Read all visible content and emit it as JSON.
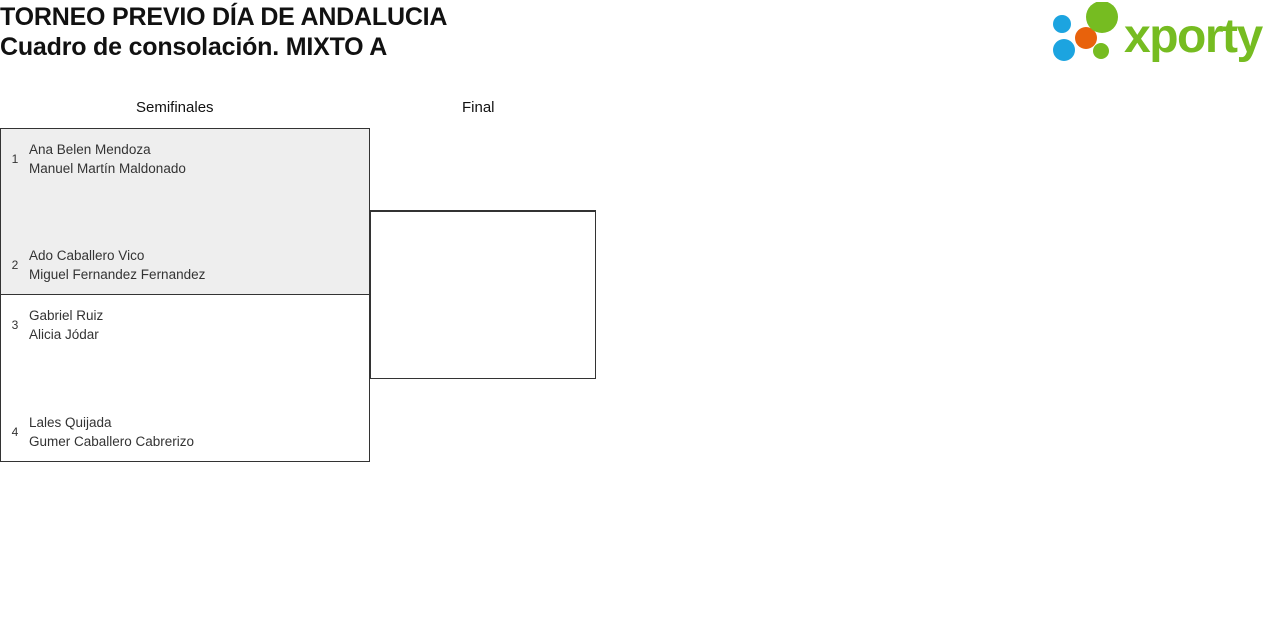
{
  "header": {
    "title_line_1": "TORNEO PREVIO DÍA DE ANDALUCIA",
    "title_line_2": "Cuadro de consolación. MIXTO A",
    "logo": {
      "name": "xporty-logo",
      "wordmark": "xporty",
      "colors": {
        "green": "#76bc21",
        "blue": "#1ca4e0",
        "orange": "#e8620c"
      }
    }
  },
  "bracket": {
    "colors": {
      "border": "#333333",
      "highlight_fill": "#eeeeee",
      "plain_fill": "#ffffff",
      "text": "#333333"
    },
    "rounds": [
      {
        "label": "Semifinales"
      },
      {
        "label": "Final"
      }
    ],
    "matches": [
      {
        "round": 0,
        "highlighted": true,
        "competitors": [
          {
            "seed": "1",
            "player_1": "Ana Belen Mendoza",
            "player_2": "Manuel Martín Maldonado"
          },
          {
            "seed": "2",
            "player_1": "Ado Caballero Vico",
            "player_2": "Miguel Fernandez Fernandez"
          }
        ]
      },
      {
        "round": 0,
        "highlighted": false,
        "competitors": [
          {
            "seed": "3",
            "player_1": "Gabriel Ruiz",
            "player_2": "Alicia Jódar"
          },
          {
            "seed": "4",
            "player_1": "Lales Quijada",
            "player_2": "Gumer Caballero Cabrerizo"
          }
        ]
      },
      {
        "round": 1,
        "highlighted": false,
        "competitors": [
          {
            "seed": "",
            "player_1": "",
            "player_2": ""
          },
          {
            "seed": "",
            "player_1": "",
            "player_2": ""
          }
        ]
      }
    ]
  }
}
